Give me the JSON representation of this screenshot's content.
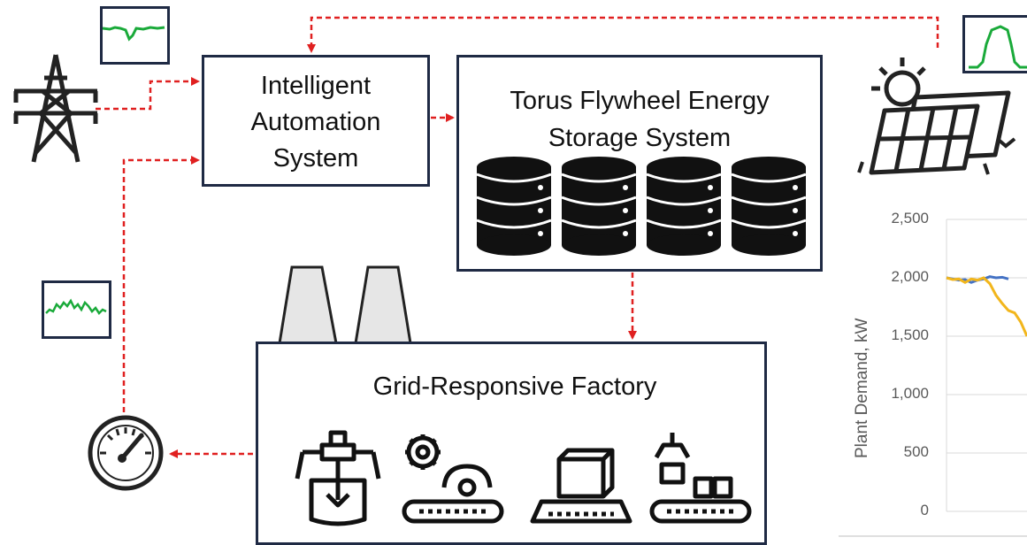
{
  "boxes": {
    "automation": {
      "label": "Intelligent\nAutomation\nSystem"
    },
    "flywheel": {
      "label": "Torus Flywheel Energy\nStorage System"
    },
    "factory": {
      "label": "Grid-Responsive Factory"
    }
  },
  "icons": [
    "transmission-tower-icon",
    "solar-panel-icon",
    "sun-icon",
    "meter-gauge-icon",
    "factory-stacks-icon",
    "database-icon",
    "mixer-robot-icon",
    "gears-conveyor-icon",
    "box-conveyor-icon",
    "robot-arm-conveyor-icon"
  ],
  "colors": {
    "box_border": "#1f2a44",
    "arrow": "#e02020",
    "trace_green": "#1aaa3a",
    "series_blue": "#4472c4",
    "series_yellow": "#f2b61c"
  },
  "chart_data": {
    "type": "line",
    "ylabel": "Plant Demand, kW",
    "yticks": [
      "2,500",
      "2,000",
      "1,500",
      "1,000",
      "500",
      "0"
    ],
    "ylim": [
      0,
      2500
    ],
    "grid": true,
    "series": [
      {
        "color": "#4472c4",
        "x": [
          0,
          1,
          2,
          3,
          4,
          5,
          6,
          7,
          8,
          9,
          10
        ],
        "values": [
          2000,
          1990,
          1980,
          1985,
          1960,
          1980,
          1990,
          2010,
          2000,
          2005,
          1990
        ]
      },
      {
        "color": "#f2b61c",
        "x": [
          0,
          1,
          2,
          3,
          4,
          5,
          6,
          7,
          8,
          9,
          10,
          11,
          12,
          13
        ],
        "values": [
          2000,
          1985,
          1990,
          1960,
          1990,
          1980,
          2000,
          1950,
          1850,
          1780,
          1720,
          1700,
          1620,
          1500
        ]
      }
    ]
  }
}
